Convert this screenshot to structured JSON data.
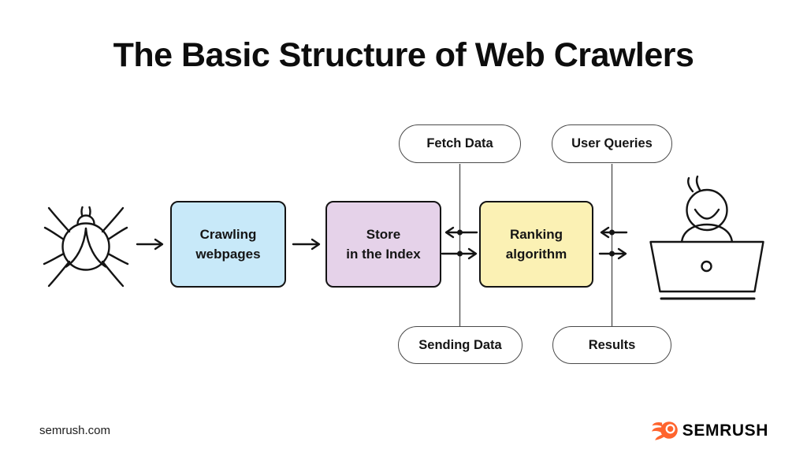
{
  "title": "The Basic Structure of Web Crawlers",
  "flow": {
    "nodes": [
      {
        "id": "crawling-webpages",
        "label": "Crawling\nwebpages",
        "color": "#C8E9F9"
      },
      {
        "id": "store-in-the-index",
        "label": "Store\nin the Index",
        "color": "#E5D2E9"
      },
      {
        "id": "ranking-algorithm",
        "label": "Ranking\nalgorithm",
        "color": "#FBF1B4"
      }
    ],
    "pills": [
      {
        "id": "fetch-data",
        "label": "Fetch Data"
      },
      {
        "id": "user-queries",
        "label": "User Queries"
      },
      {
        "id": "sending-data",
        "label": "Sending Data"
      },
      {
        "id": "results",
        "label": "Results"
      }
    ],
    "icons": [
      {
        "name": "spider-icon",
        "meaning": "web crawler bot"
      },
      {
        "name": "user-at-laptop-icon",
        "meaning": "end user"
      }
    ],
    "connections": [
      {
        "from": "spider",
        "to": "crawling-webpages",
        "direction": "right"
      },
      {
        "from": "crawling-webpages",
        "to": "store-in-the-index",
        "direction": "right"
      },
      {
        "from": "ranking-algorithm",
        "to": "store-in-the-index",
        "direction": "left",
        "via": "fetch-data"
      },
      {
        "from": "store-in-the-index",
        "to": "ranking-algorithm",
        "direction": "right",
        "via": "sending-data"
      },
      {
        "from": "user",
        "to": "ranking-algorithm",
        "direction": "left",
        "via": "user-queries"
      },
      {
        "from": "ranking-algorithm",
        "to": "user",
        "direction": "right",
        "via": "results"
      }
    ]
  },
  "colors": {
    "background": "#FFFFFF",
    "node_blue": "#C8E9F9",
    "node_purple": "#E5D2E9",
    "node_yellow": "#FBF1B4",
    "stroke_dark": "#141414",
    "connector_gray": "#555555",
    "brand_orange": "#FF642D"
  },
  "footer": {
    "website": "semrush.com",
    "brand": "SEMRUSH"
  }
}
